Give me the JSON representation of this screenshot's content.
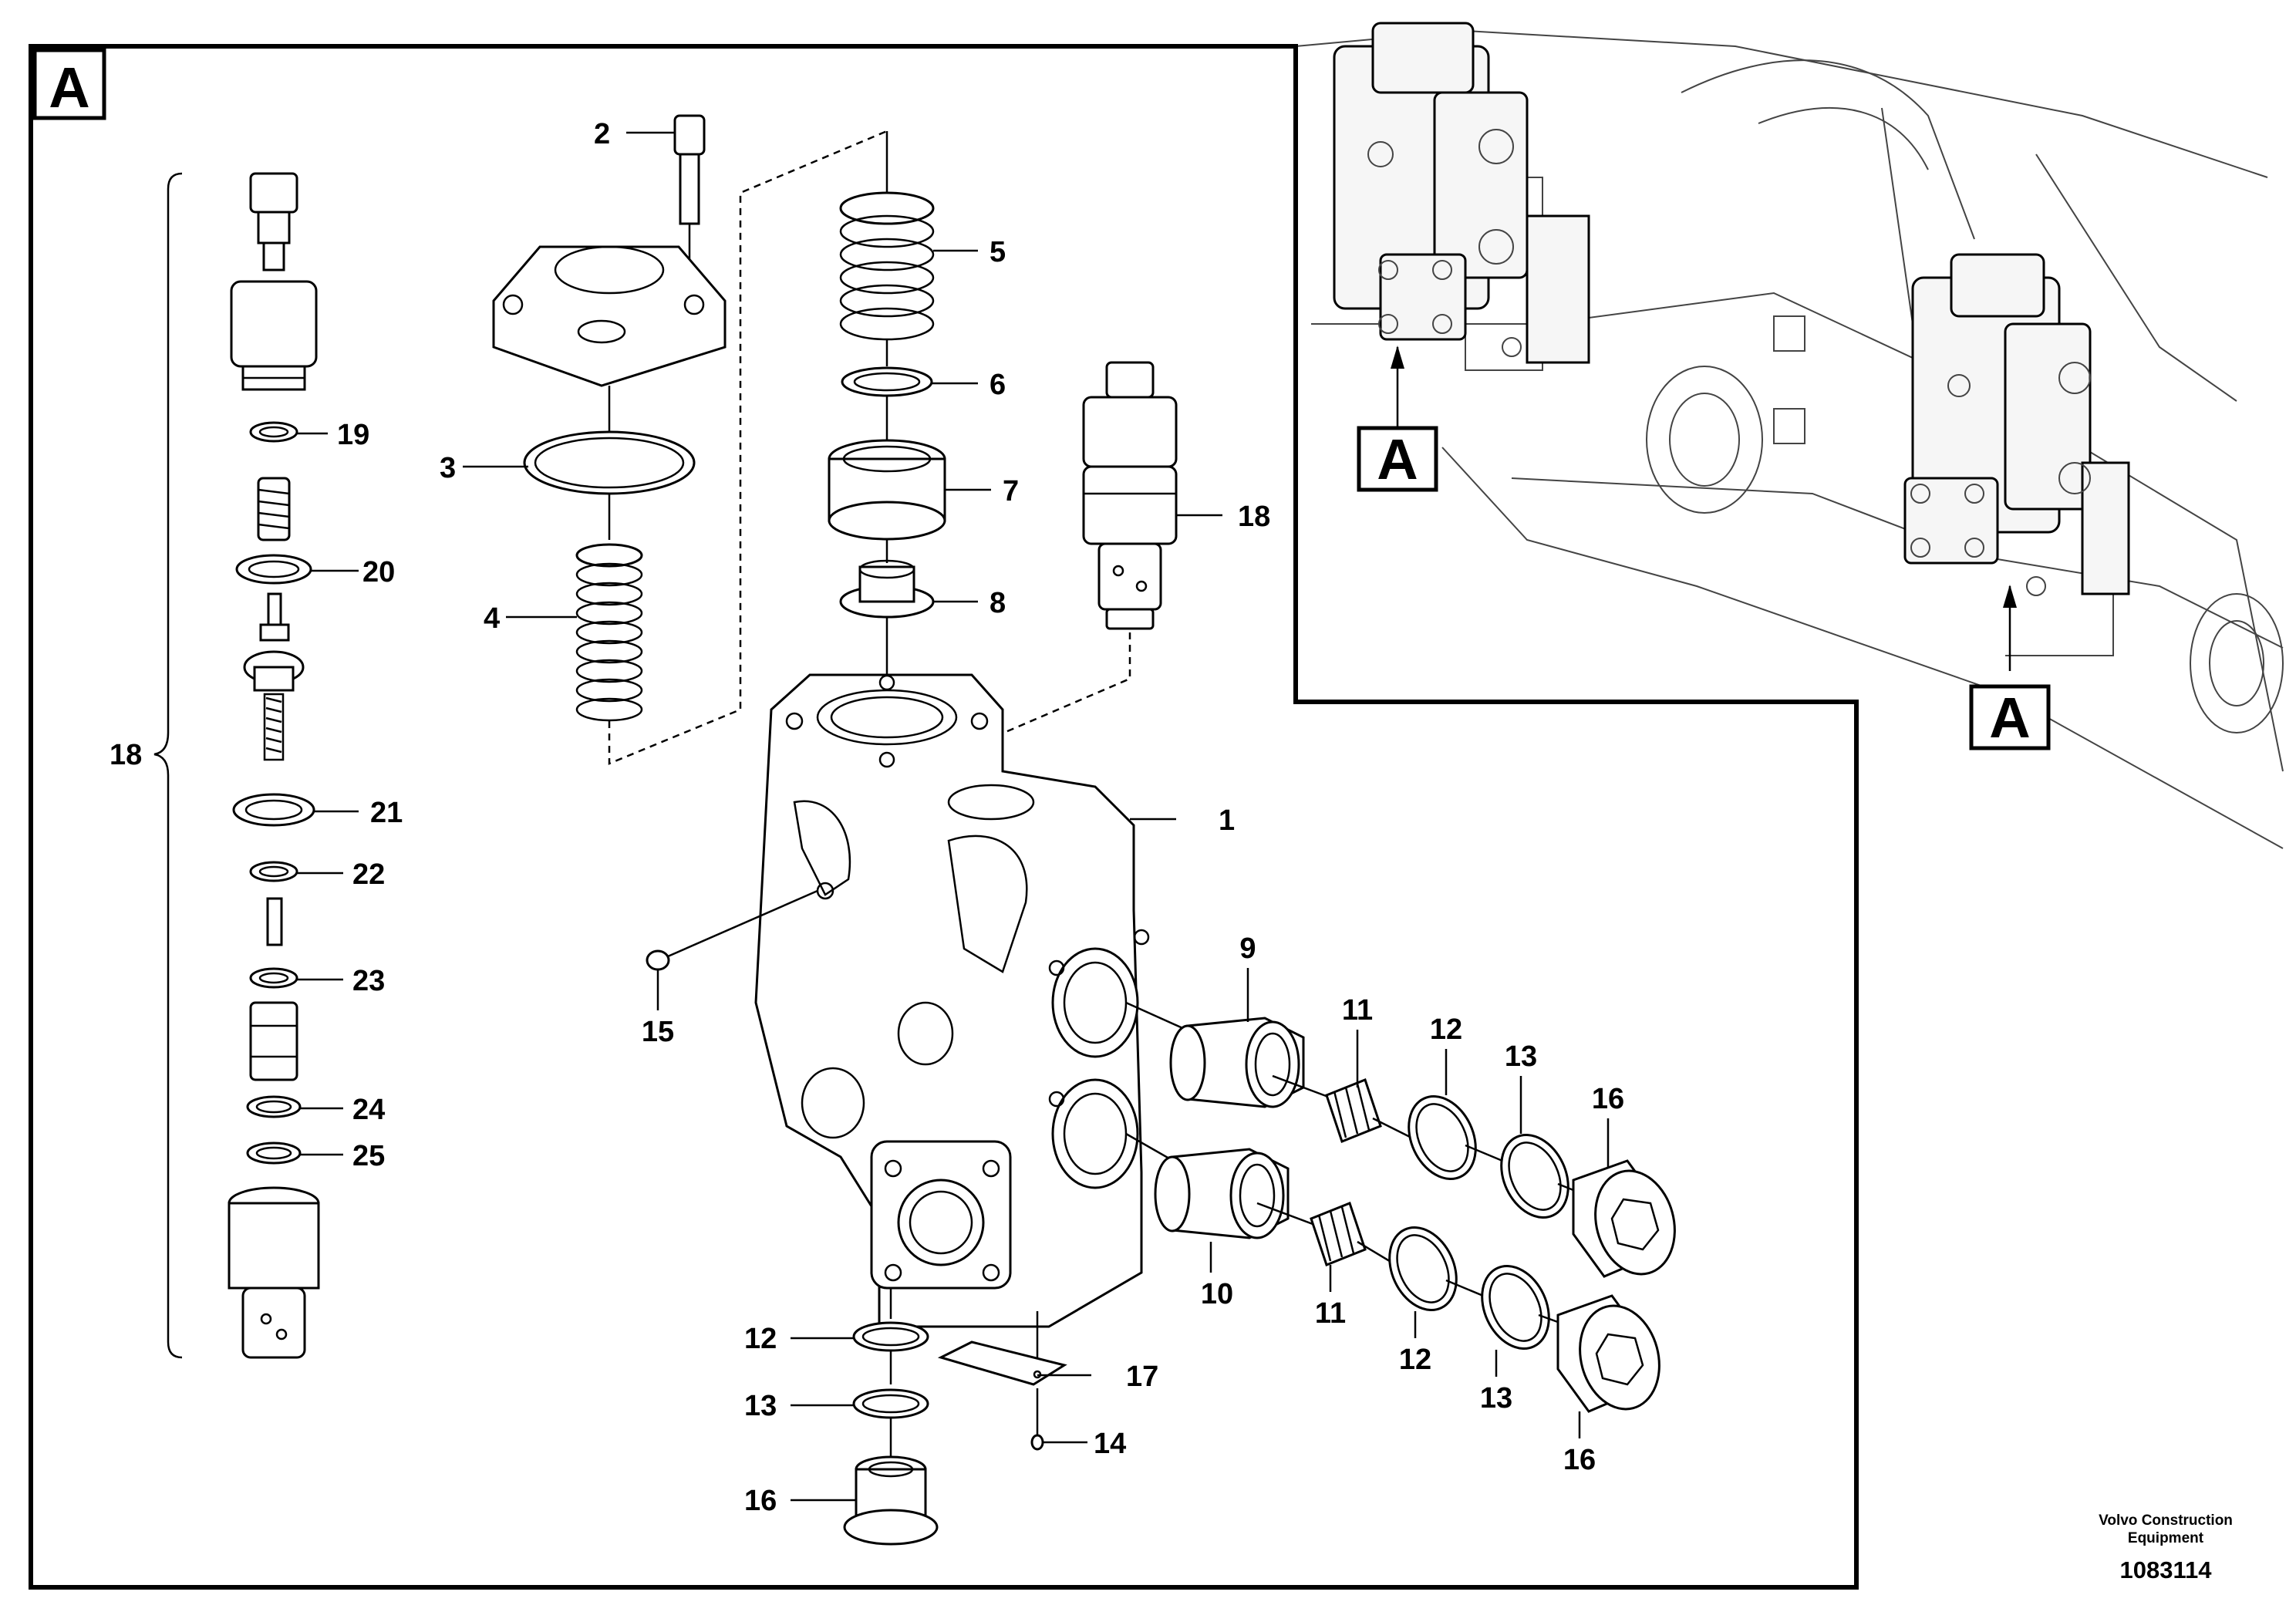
{
  "diagram": {
    "view_label": "A",
    "context_labels": [
      "A",
      "A"
    ],
    "callouts": [
      {
        "id": "c1",
        "text": "1"
      },
      {
        "id": "c2",
        "text": "2"
      },
      {
        "id": "c3",
        "text": "3"
      },
      {
        "id": "c4",
        "text": "4"
      },
      {
        "id": "c5",
        "text": "5"
      },
      {
        "id": "c6",
        "text": "6"
      },
      {
        "id": "c7",
        "text": "7"
      },
      {
        "id": "c8",
        "text": "8"
      },
      {
        "id": "c9",
        "text": "9"
      },
      {
        "id": "c10",
        "text": "10"
      },
      {
        "id": "c11a",
        "text": "11"
      },
      {
        "id": "c11b",
        "text": "11"
      },
      {
        "id": "c12a",
        "text": "12"
      },
      {
        "id": "c12b",
        "text": "12"
      },
      {
        "id": "c12c",
        "text": "12"
      },
      {
        "id": "c13a",
        "text": "13"
      },
      {
        "id": "c13b",
        "text": "13"
      },
      {
        "id": "c13c",
        "text": "13"
      },
      {
        "id": "c14",
        "text": "14"
      },
      {
        "id": "c15",
        "text": "15"
      },
      {
        "id": "c16a",
        "text": "16"
      },
      {
        "id": "c16b",
        "text": "16"
      },
      {
        "id": "c16c",
        "text": "16"
      },
      {
        "id": "c17",
        "text": "17"
      },
      {
        "id": "c18a",
        "text": "18"
      },
      {
        "id": "c18b",
        "text": "18"
      },
      {
        "id": "c19",
        "text": "19"
      },
      {
        "id": "c20",
        "text": "20"
      },
      {
        "id": "c21",
        "text": "21"
      },
      {
        "id": "c22",
        "text": "22"
      },
      {
        "id": "c23",
        "text": "23"
      },
      {
        "id": "c24",
        "text": "24"
      },
      {
        "id": "c25",
        "text": "25"
      }
    ]
  },
  "footer": {
    "credit_line1": "Volvo Construction",
    "credit_line2": "Equipment",
    "doc_number": "1083114"
  }
}
